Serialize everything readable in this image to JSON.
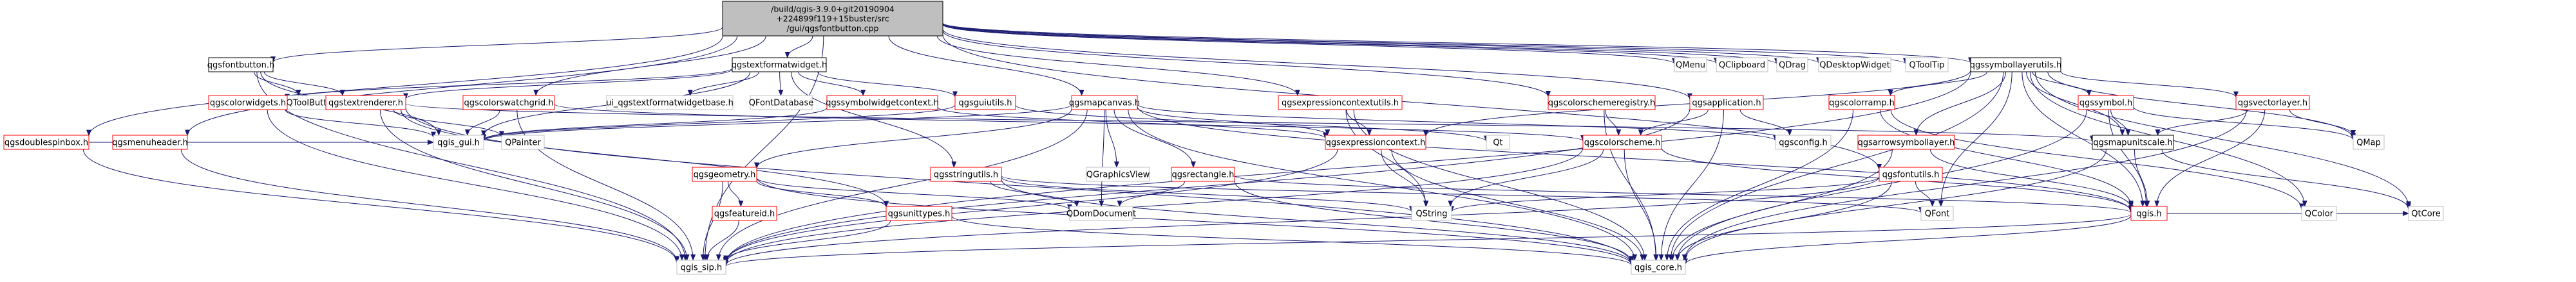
{
  "diagram": {
    "type": "include-dependency-graph",
    "colors": {
      "edge": "#191970",
      "root_fill": "#bfbfbf",
      "node_fill": "#ffffff",
      "documented_border": "#000000",
      "undocumented_border": "#ff0000",
      "external_border": "#bfbfbf"
    },
    "nodes": [
      {
        "id": "root",
        "lines": [
          "/build/qgis-3.9.0+git20190904",
          "+224899f119+15buster/src",
          "/gui/qgsfontbutton.cpp"
        ],
        "border": "#000000",
        "fill": "#bfbfbf"
      },
      {
        "id": "qgsfontbutton_h",
        "lines": [
          "qgsfontbutton.h"
        ],
        "border": "#000000",
        "fill": "#ffffff"
      },
      {
        "id": "qgstextformatwidget_h",
        "lines": [
          "qgstextformatwidget.h"
        ],
        "border": "#000000",
        "fill": "#ffffff"
      },
      {
        "id": "qgssymbollayerutils_h",
        "lines": [
          "qgssymbollayerutils.h"
        ],
        "border": "#000000",
        "fill": "#ffffff"
      },
      {
        "id": "qgsdoublespinbox_h",
        "lines": [
          "qgsdoublespinbox.h"
        ],
        "border": "#ff0000",
        "fill": "#ffffff"
      },
      {
        "id": "qgsmenuheader_h",
        "lines": [
          "qgsmenuheader.h"
        ],
        "border": "#ff0000",
        "fill": "#ffffff"
      },
      {
        "id": "qtoolbutton",
        "lines": [
          "QToolButton"
        ],
        "border": "#bfbfbf",
        "fill": "#ffffff"
      },
      {
        "id": "qgstextrenderer_h",
        "lines": [
          "qgstextrenderer.h"
        ],
        "border": "#ff0000",
        "fill": "#ffffff"
      },
      {
        "id": "qgscolorwidgets_h",
        "lines": [
          "qgscolorwidgets.h"
        ],
        "border": "#ff0000",
        "fill": "#ffffff"
      },
      {
        "id": "qgscolorswatchgrid_h",
        "lines": [
          "qgscolorswatchgrid.h"
        ],
        "border": "#ff0000",
        "fill": "#ffffff"
      },
      {
        "id": "ui_qgstextformatwidgetbase_h",
        "lines": [
          "ui_qgstextformatwidgetbase.h"
        ],
        "border": "#bfbfbf",
        "fill": "#ffffff"
      },
      {
        "id": "qfontdatabase",
        "lines": [
          "QFontDatabase"
        ],
        "border": "#bfbfbf",
        "fill": "#ffffff"
      },
      {
        "id": "qgssymbolwidgetcontext_h",
        "lines": [
          "qgssymbolwidgetcontext.h"
        ],
        "border": "#ff0000",
        "fill": "#ffffff"
      },
      {
        "id": "qgsguiutils_h",
        "lines": [
          "qgsguiutils.h"
        ],
        "border": "#ff0000",
        "fill": "#ffffff"
      },
      {
        "id": "qgsmapcanvas_h",
        "lines": [
          "qgsmapcanvas.h"
        ],
        "border": "#ff0000",
        "fill": "#ffffff"
      },
      {
        "id": "qgsexpressioncontextutils_h",
        "lines": [
          "qgsexpressioncontextutils.h"
        ],
        "border": "#ff0000",
        "fill": "#ffffff"
      },
      {
        "id": "qgscolorschemeregistry_h",
        "lines": [
          "qgscolorschemeregistry.h"
        ],
        "border": "#ff0000",
        "fill": "#ffffff"
      },
      {
        "id": "qgsapplication_h",
        "lines": [
          "qgsapplication.h"
        ],
        "border": "#ff0000",
        "fill": "#ffffff"
      },
      {
        "id": "qgsfontutils_h",
        "lines": [
          "qgsfontutils.h"
        ],
        "border": "#ff0000",
        "fill": "#ffffff"
      },
      {
        "id": "qmenu",
        "lines": [
          "QMenu"
        ],
        "border": "#bfbfbf",
        "fill": "#ffffff"
      },
      {
        "id": "qclipboard",
        "lines": [
          "QClipboard"
        ],
        "border": "#bfbfbf",
        "fill": "#ffffff"
      },
      {
        "id": "qdrag",
        "lines": [
          "QDrag"
        ],
        "border": "#bfbfbf",
        "fill": "#ffffff"
      },
      {
        "id": "qdesktopwidget",
        "lines": [
          "QDesktopWidget"
        ],
        "border": "#bfbfbf",
        "fill": "#ffffff"
      },
      {
        "id": "qtooltip",
        "lines": [
          "QToolTip"
        ],
        "border": "#bfbfbf",
        "fill": "#ffffff"
      },
      {
        "id": "qgscolorramp_h",
        "lines": [
          "qgscolorramp.h"
        ],
        "border": "#ff0000",
        "fill": "#ffffff"
      },
      {
        "id": "qgssymbol_h",
        "lines": [
          "qgssymbol.h"
        ],
        "border": "#ff0000",
        "fill": "#ffffff"
      },
      {
        "id": "qgsvectorlayer_h",
        "lines": [
          "qgsvectorlayer.h"
        ],
        "border": "#ff0000",
        "fill": "#ffffff"
      },
      {
        "id": "qgsarrowsymbollayer_h",
        "lines": [
          "qgsarrowsymbollayer.h"
        ],
        "border": "#ff0000",
        "fill": "#ffffff"
      },
      {
        "id": "qgsmapunitscale_h",
        "lines": [
          "qgsmapunitscale.h"
        ],
        "border": "#000000",
        "fill": "#ffffff"
      },
      {
        "id": "qgis_gui_h",
        "lines": [
          "qgis_gui.h"
        ],
        "border": "#bfbfbf",
        "fill": "#ffffff"
      },
      {
        "id": "qpainter",
        "lines": [
          "QPainter"
        ],
        "border": "#bfbfbf",
        "fill": "#ffffff"
      },
      {
        "id": "qgsgeometry_h",
        "lines": [
          "qgsgeometry.h"
        ],
        "border": "#ff0000",
        "fill": "#ffffff"
      },
      {
        "id": "qgsstringutils_h",
        "lines": [
          "qgsstringutils.h"
        ],
        "border": "#ff0000",
        "fill": "#ffffff"
      },
      {
        "id": "qgraphicsview",
        "lines": [
          "QGraphicsView"
        ],
        "border": "#bfbfbf",
        "fill": "#ffffff"
      },
      {
        "id": "qgsrectangle_h",
        "lines": [
          "qgsrectangle.h"
        ],
        "border": "#ff0000",
        "fill": "#ffffff"
      },
      {
        "id": "qgsexpressioncontext_h",
        "lines": [
          "qgsexpressioncontext.h"
        ],
        "border": "#ff0000",
        "fill": "#ffffff"
      },
      {
        "id": "qt",
        "lines": [
          "Qt"
        ],
        "border": "#bfbfbf",
        "fill": "#ffffff"
      },
      {
        "id": "qgscolorscheme_h",
        "lines": [
          "qgscolorscheme.h"
        ],
        "border": "#ff0000",
        "fill": "#ffffff"
      },
      {
        "id": "qgsconfig_h",
        "lines": [
          "qgsconfig.h"
        ],
        "border": "#bfbfbf",
        "fill": "#ffffff"
      },
      {
        "id": "qmap",
        "lines": [
          "QMap"
        ],
        "border": "#bfbfbf",
        "fill": "#ffffff"
      },
      {
        "id": "qgsfeatureid_h",
        "lines": [
          "qgsfeatureid.h"
        ],
        "border": "#ff0000",
        "fill": "#ffffff"
      },
      {
        "id": "qgsunittypes_h",
        "lines": [
          "qgsunittypes.h"
        ],
        "border": "#ff0000",
        "fill": "#ffffff"
      },
      {
        "id": "qdomdocument",
        "lines": [
          "QDomDocument"
        ],
        "border": "#bfbfbf",
        "fill": "#ffffff"
      },
      {
        "id": "qstring",
        "lines": [
          "QString"
        ],
        "border": "#bfbfbf",
        "fill": "#ffffff"
      },
      {
        "id": "qgis_h",
        "lines": [
          "qgis.h"
        ],
        "border": "#ff0000",
        "fill": "#ffffff"
      },
      {
        "id": "qfont",
        "lines": [
          "QFont"
        ],
        "border": "#bfbfbf",
        "fill": "#ffffff"
      },
      {
        "id": "qcolor",
        "lines": [
          "QColor"
        ],
        "border": "#bfbfbf",
        "fill": "#ffffff"
      },
      {
        "id": "qcore",
        "lines": [
          "QtCore"
        ],
        "border": "#bfbfbf",
        "fill": "#ffffff"
      },
      {
        "id": "qgis_sip_h",
        "lines": [
          "qgis_sip.h"
        ],
        "border": "#bfbfbf",
        "fill": "#ffffff"
      },
      {
        "id": "qgis_core_h",
        "lines": [
          "qgis_core.h"
        ],
        "border": "#bfbfbf",
        "fill": "#ffffff"
      }
    ],
    "edges": {
      "root": [
        "qgsfontbutton_h",
        "qgstextformatwidget_h",
        "qgssymbollayerutils_h",
        "qgsdoublespinbox_h",
        "qgsmenuheader_h",
        "qgscolorswatchgrid_h",
        "qgsmapcanvas_h",
        "qgsexpressioncontextutils_h",
        "qgscolorschemeregistry_h",
        "qgsapplication_h",
        "qgsfontutils_h",
        "qgis_sip_h",
        "qmenu",
        "qclipboard",
        "qdrag",
        "qdesktopwidget",
        "qtooltip"
      ],
      "qgsfontbutton_h": [
        "qgstextrenderer_h",
        "qtoolbutton",
        "qgis_gui_h",
        "qgis_sip_h"
      ],
      "qgstextformatwidget_h": [
        "qgstextrenderer_h",
        "qgscolorwidgets_h",
        "ui_qgstextformatwidgetbase_h",
        "qfontdatabase",
        "qgssymbolwidgetcontext_h",
        "qgsguiutils_h",
        "qgis_gui_h",
        "qgsstringutils_h"
      ],
      "qgssymbollayerutils_h": [
        "qgscolorramp_h",
        "qgssymbol_h",
        "qgsvectorlayer_h",
        "qgsarrowsymbollayer_h",
        "qgsmapunitscale_h",
        "qgsexpressioncontext_h",
        "qgis_h",
        "qgis_core_h",
        "qmap",
        "qfont",
        "qcolor",
        "qcore",
        "qgis_sip_h"
      ],
      "qgsdoublespinbox_h": [
        "qgis_gui_h",
        "qgis_sip_h"
      ],
      "qgsmenuheader_h": [
        "qgis_gui_h",
        "qgis_sip_h"
      ],
      "qgstextrenderer_h": [
        "qpainter",
        "qgis_sip_h",
        "qgis_core_h",
        "qgsunittypes_h",
        "qgsmapunitscale_h"
      ],
      "qgscolorwidgets_h": [
        "qgis_gui_h",
        "qgis_sip_h"
      ],
      "qgscolorswatchgrid_h": [
        "qgis_gui_h",
        "qgscolorscheme_h",
        "qgis_sip_h"
      ],
      "qgssymbolwidgetcontext_h": [
        "qgis_gui_h",
        "qgsexpressioncontext_h"
      ],
      "qgsguiutils_h": [
        "qgis_gui_h",
        "qt"
      ],
      "qgsmapcanvas_h": [
        "qgis_gui_h",
        "qgsgeometry_h",
        "qgsrectangle_h",
        "qgsexpressioncontext_h",
        "qgraphicsview",
        "qgsconfig_h",
        "qgis_h",
        "qdomdocument",
        "qgis_sip_h",
        "qgis_core_h"
      ],
      "qgsexpressioncontextutils_h": [
        "qgsexpressioncontext_h",
        "qgis_core_h",
        "qstring"
      ],
      "qgscolorschemeregistry_h": [
        "qgscolorscheme_h",
        "qgis_core_h"
      ],
      "qgsapplication_h": [
        "qgsconfig_h",
        "qgscolorscheme_h",
        "qgis_core_h",
        "qgis_sip_h"
      ],
      "qgsfontutils_h": [
        "qfont",
        "qstring",
        "qgis_core_h",
        "qgis_sip_h"
      ],
      "qgsgeometry_h": [
        "qgsfeatureid_h",
        "qgsunittypes_h",
        "qdomdocument",
        "qgis_sip_h",
        "qgis_core_h"
      ],
      "qgsstringutils_h": [
        "qstring",
        "qfont",
        "qdomdocument",
        "qgis_core_h"
      ],
      "qgsrectangle_h": [
        "qgis_h",
        "qgis_core_h",
        "qdomdocument"
      ],
      "qgsexpressioncontext_h": [
        "qstring",
        "qgis_sip_h",
        "qgis_core_h"
      ],
      "qgscolorscheme_h": [
        "qgis_h",
        "qstring",
        "qgis_sip_h",
        "qgis_core_h"
      ],
      "qgscolorramp_h": [
        "qgis_h",
        "qcolor",
        "qgis_core_h"
      ],
      "qgssymbol_h": [
        "qgsmapunitscale_h",
        "qmap",
        "qgis_h",
        "qgis_core_h"
      ],
      "qgsvectorlayer_h": [
        "qgsmapunitscale_h",
        "qmap",
        "qgis_h",
        "qgis_core_h"
      ],
      "qgsarrowsymbollayer_h": [
        "qgis_h",
        "qgis_core_h"
      ],
      "qgsmapunitscale_h": [
        "qgis_h",
        "qcore",
        "qgis_core_h"
      ],
      "qgsfeatureid_h": [
        "qgis_sip_h"
      ],
      "qgsunittypes_h": [
        "qgis_sip_h",
        "qgis_core_h"
      ],
      "qgis_h": [
        "qgis_sip_h",
        "qgis_core_h",
        "qcore"
      ]
    }
  }
}
